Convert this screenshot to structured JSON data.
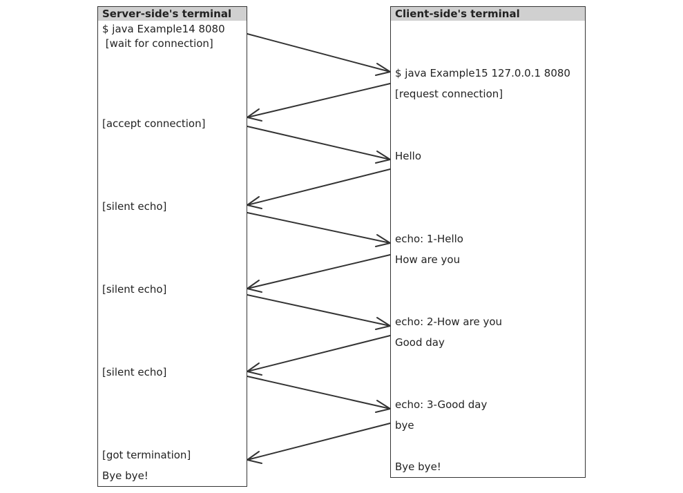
{
  "server": {
    "title": "Server-side's terminal",
    "lines": [
      "$ java Example14 8080",
      " [wait for connection]",
      "[accept connection]",
      "[silent echo]",
      "[silent echo]",
      "[silent echo]",
      "[got termination]",
      "Bye bye!"
    ]
  },
  "client": {
    "title": "Client-side's terminal",
    "lines": [
      "$ java Example15 127.0.0.1 8080",
      "[request connection]",
      "Hello",
      "echo: 1-Hello",
      "How are you",
      "echo: 2-How are you",
      "Good day",
      "echo: 3-Good day",
      "bye",
      "Bye bye!"
    ]
  },
  "colors": {
    "border": "#333333",
    "header_bg": "#d0d0d0",
    "arrow": "#333333"
  }
}
